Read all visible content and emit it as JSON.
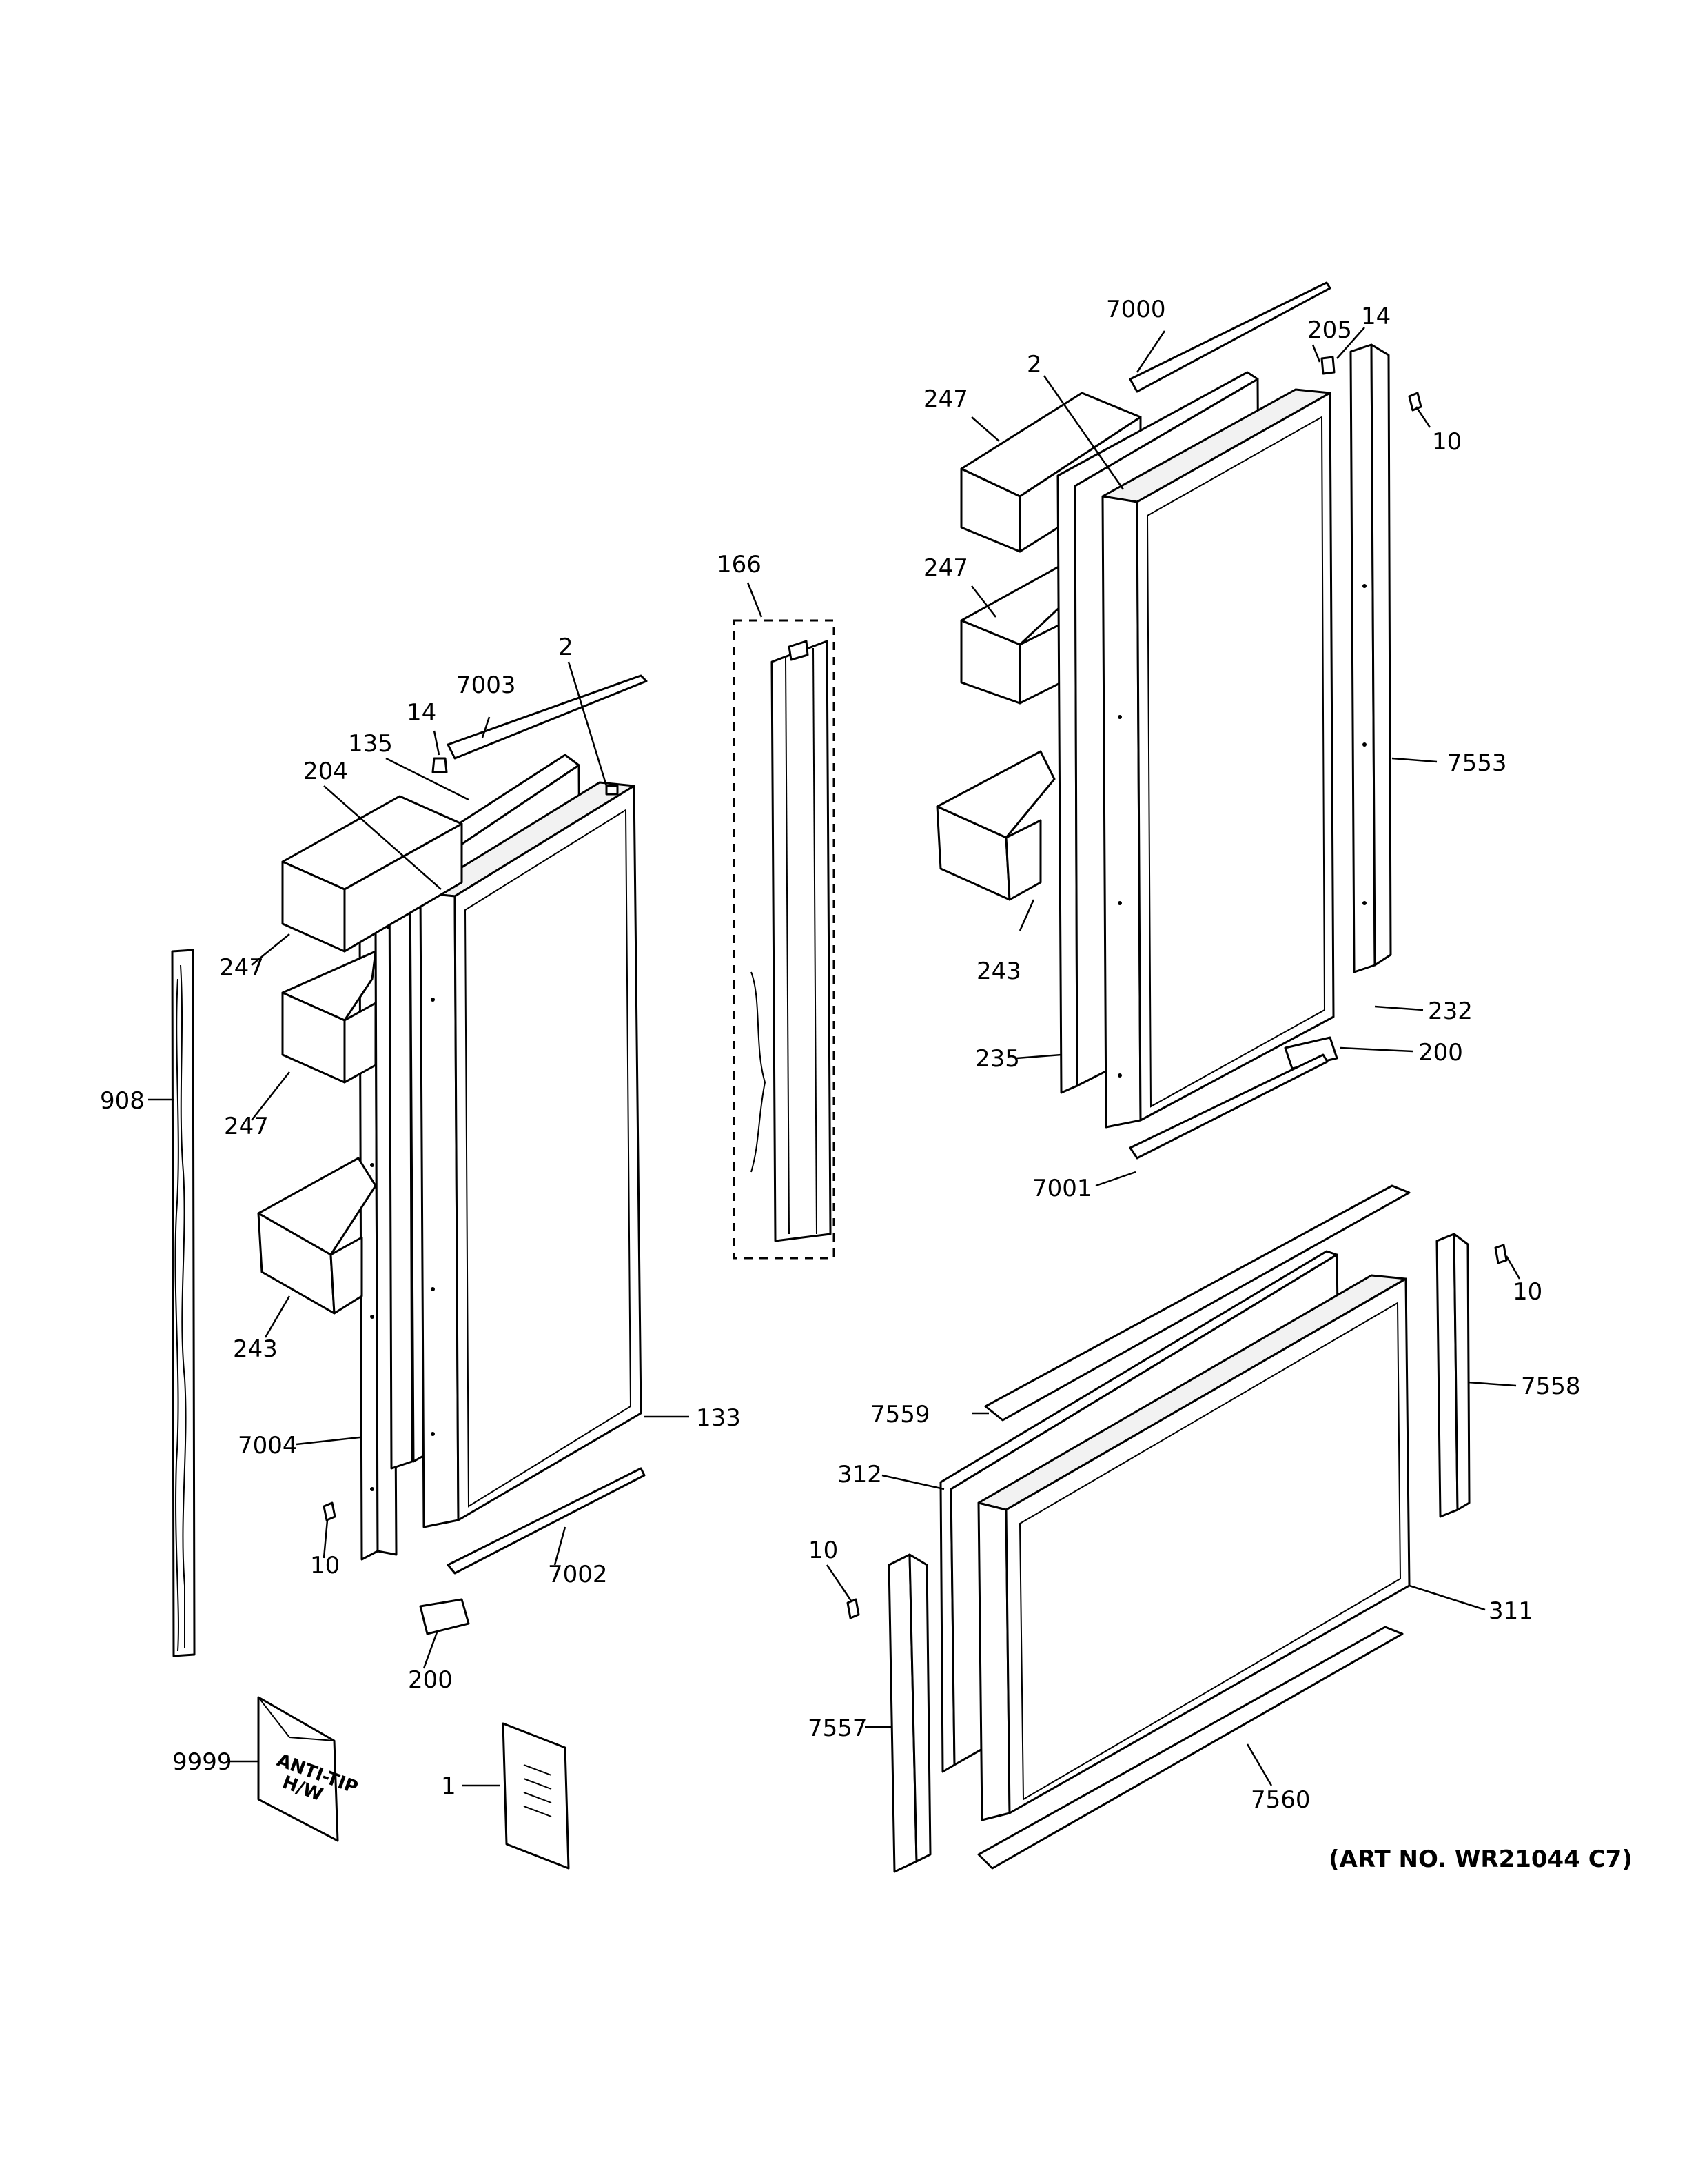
{
  "diagram": {
    "art_number": "(ART NO. WR21044 C7)",
    "anti_tip_bag_text": [
      "ANTI-TIP",
      "H/W"
    ],
    "callouts": {
      "c7000": "7000",
      "c205": "205",
      "c14_r": "14",
      "c2_r": "2",
      "c247_r1": "247",
      "c10_r1": "10",
      "c166": "166",
      "c247_r2": "247",
      "c2_l": "2",
      "c7003": "7003",
      "c14_l": "14",
      "c135": "135",
      "c204": "204",
      "c7553": "7553",
      "c243_r": "243",
      "c232": "232",
      "c247_l1": "247",
      "c235": "235",
      "c200_r": "200",
      "c908": "908",
      "c247_l2": "247",
      "c7001": "7001",
      "c10_r2": "10",
      "c7558": "7558",
      "c243_l": "243",
      "c7559": "7559",
      "c133": "133",
      "c7004": "7004",
      "c312": "312",
      "c10_l": "10",
      "c7002": "7002",
      "c10_b": "10",
      "c311": "311",
      "c200_l": "200",
      "c9999": "9999",
      "c7557": "7557",
      "c1": "1",
      "c7560": "7560"
    }
  }
}
